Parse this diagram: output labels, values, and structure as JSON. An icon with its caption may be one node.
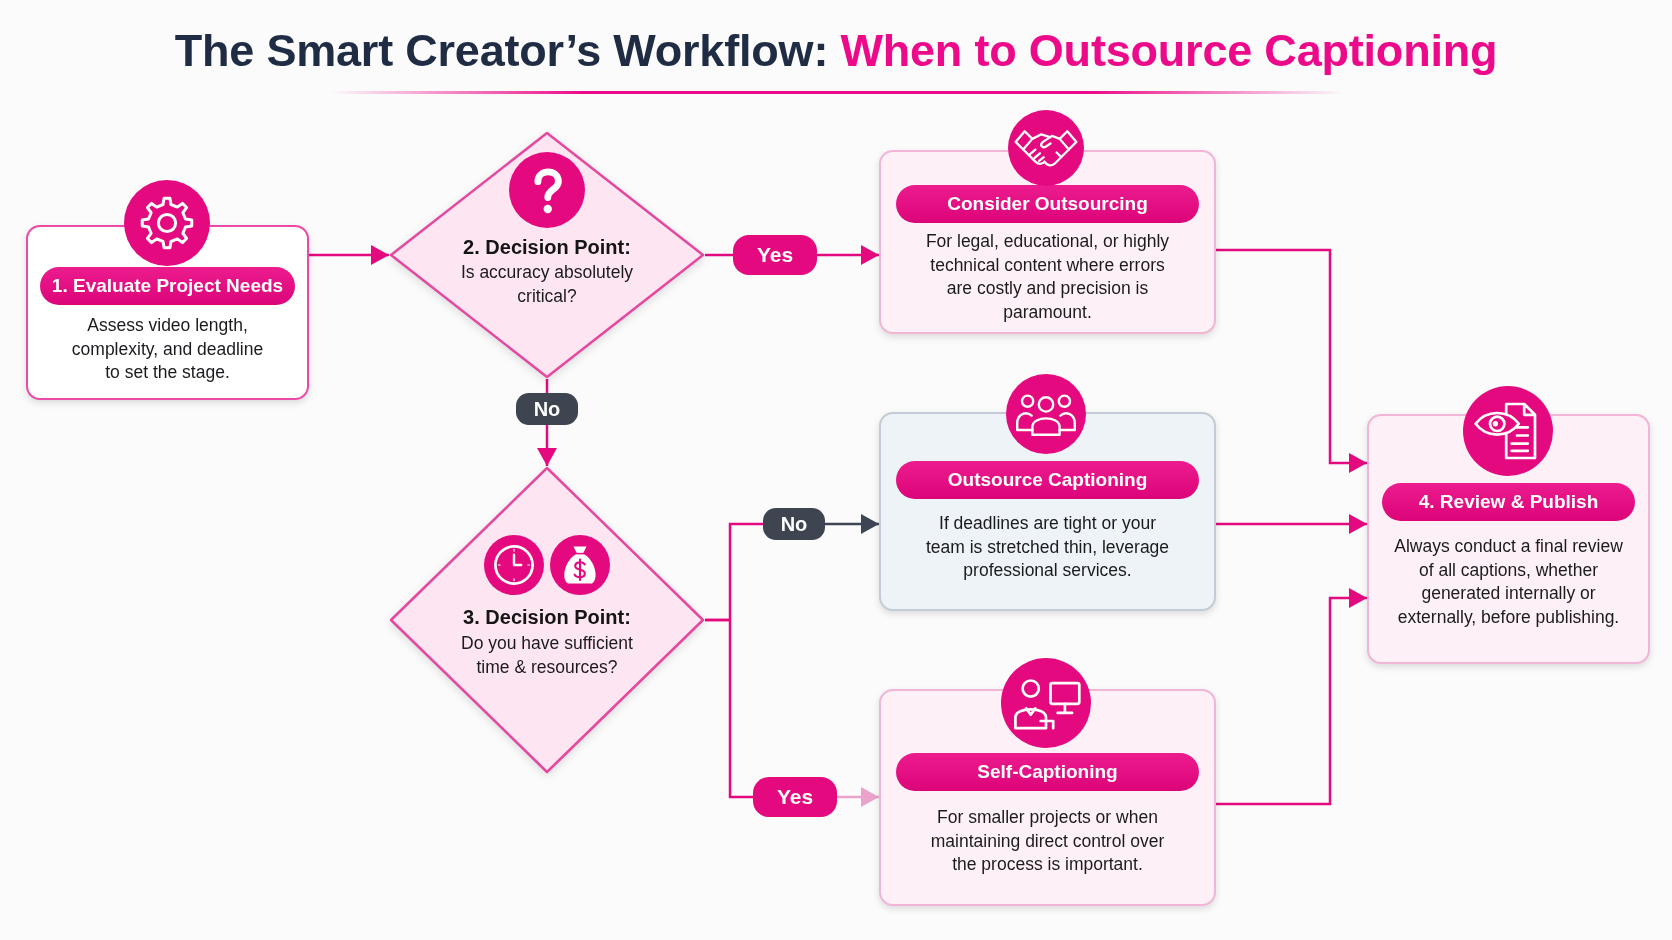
{
  "diagram": {
    "title": "The Smart Creator’s Workflow: **When to Outsource Captioning**",
    "nodes": [
      {
        "text": [
          "1. Evaluate Project Needs",
          "Assess video length, complexity, and deadline to set the stage."
        ]
      },
      {
        "text": [
          "2. Decision Point:",
          "Is accuracy absolutely critical?"
        ]
      },
      {
        "text": [
          "3. Decision Point:",
          "Do you have sufficient time & resources?"
        ]
      },
      {
        "text": [
          "Consider Outsourcing",
          "For legal, educational, or highly technical content where errors are costly and precision is paramount."
        ]
      },
      {
        "text": [
          "Outsource Captioning",
          "If deadlines are tight or your team is stretched thin, leverage professional services."
        ]
      },
      {
        "text": [
          "Self-Captioning",
          "For smaller projects or when maintaining direct control over the process is important."
        ]
      },
      {
        "text": [
          "4. Review & Publish",
          "Always conduct a final review of all captions, whether generated internally or externally, before publishing."
        ]
      }
    ],
    "edges": [
      {
        "from": 0,
        "to": 1,
        "arrow": "to"
      },
      {
        "from": 1,
        "to": 3,
        "arrow": "to",
        "label": "Yes"
      },
      {
        "from": 1,
        "to": 2,
        "arrow": "to",
        "label": "No"
      },
      {
        "from": 2,
        "to": 4,
        "arrow": "to",
        "label": "No",
        "color": "#3f4653"
      },
      {
        "from": 2,
        "to": 5,
        "arrow": "to",
        "label": "Yes",
        "color": "#eba3cb"
      },
      {
        "from": 3,
        "to": 6,
        "arrow": "to"
      },
      {
        "from": 4,
        "to": 6,
        "arrow": "to"
      },
      {
        "from": 5,
        "to": 6,
        "arrow": "to"
      }
    ]
  }
}
